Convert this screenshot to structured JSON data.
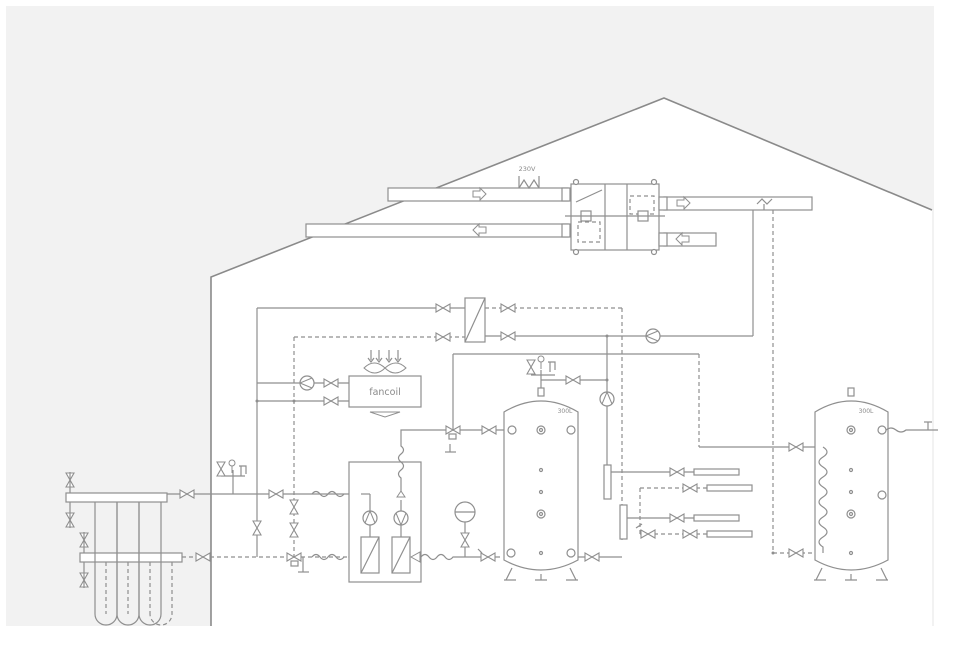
{
  "labels": {
    "voltage": "230V",
    "fancoil": "fancoil",
    "tank_left_volume": "300L",
    "tank_right_volume": "300L"
  },
  "colors": {
    "background": "#f2f2f2",
    "line": "#8f8f8f",
    "roof": "#8a8a8a"
  }
}
